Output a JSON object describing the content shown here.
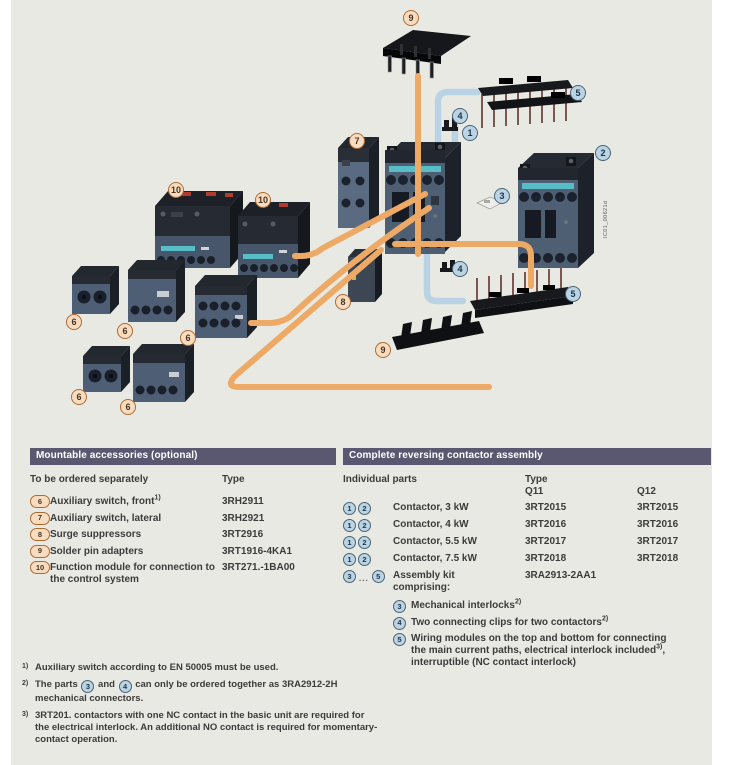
{
  "colors": {
    "background": "#e9e9e3",
    "header_bar": "#5a5771",
    "orange_marker_ring": "#b06a30",
    "orange_marker_fill": "#f7dcc0",
    "blue_marker_ring": "#4c6272",
    "blue_marker_fill": "#bad4e6",
    "orange_line": "#edaa67",
    "blue_line": "#b9d3e4",
    "teal_label": "#57bec8"
  },
  "diagram": {
    "figure_code": "IC01_00621d",
    "callouts": [
      {
        "n": "9"
      },
      {
        "n": "5"
      },
      {
        "n": "4"
      },
      {
        "n": "1"
      },
      {
        "n": "7"
      },
      {
        "n": "2"
      },
      {
        "n": "10"
      },
      {
        "n": "10"
      },
      {
        "n": "3"
      },
      {
        "n": "4"
      },
      {
        "n": "5"
      },
      {
        "n": "8"
      },
      {
        "n": "6"
      },
      {
        "n": "6"
      },
      {
        "n": "6"
      },
      {
        "n": "9"
      },
      {
        "n": "6"
      },
      {
        "n": "6"
      }
    ]
  },
  "left_table": {
    "title": "Mountable accessories (optional)",
    "col1": "To be ordered separately",
    "col2": "Type",
    "rows": [
      {
        "marker": "6",
        "label": "Auxiliary switch, front",
        "sup": "1)",
        "type": "3RH2911"
      },
      {
        "marker": "7",
        "label": "Auxiliary switch, lateral",
        "sup": "",
        "type": "3RH2921"
      },
      {
        "marker": "8",
        "label": "Surge suppressors",
        "sup": "",
        "type": "3RT2916"
      },
      {
        "marker": "9",
        "label": "Solder pin adapters",
        "sup": "",
        "type": "3RT1916-4KA1"
      },
      {
        "marker": "10",
        "label": "Function module for connection to the control system",
        "sup": "",
        "type": "3RT271.-1BA00"
      }
    ]
  },
  "right_table": {
    "title": "Complete reversing contactor assembly",
    "col1": "Individual parts",
    "col2": "Type",
    "col2_sub": "Q11",
    "col3": "Q12",
    "rows": [
      {
        "m1": "1",
        "m2": "2",
        "label": "Contactor, 3 kW",
        "q11": "3RT2015",
        "q12": "3RT2015"
      },
      {
        "m1": "1",
        "m2": "2",
        "label": "Contactor, 4 kW",
        "q11": "3RT2016",
        "q12": "3RT2016"
      },
      {
        "m1": "1",
        "m2": "2",
        "label": "Contactor, 5.5 kW",
        "q11": "3RT2017",
        "q12": "3RT2017"
      },
      {
        "m1": "1",
        "m2": "2",
        "label": "Contactor, 7.5 kW",
        "q11": "3RT2018",
        "q12": "3RT2018"
      }
    ],
    "assembly_row": {
      "m1": "3",
      "dots": "...",
      "m2": "5",
      "label": "Assembly kit comprising:",
      "q11": "3RA2913-2AA1"
    },
    "sub_items": [
      {
        "marker": "3",
        "text": "Mechanical interlocks",
        "sup": "2)",
        "text2": ""
      },
      {
        "marker": "4",
        "text": "Two connecting clips for two contactors",
        "sup": "2)",
        "text2": ""
      },
      {
        "marker": "5",
        "text": "Wiring modules on the top and bottom for connecting the main current paths, electrical interlock included",
        "sup": "3)",
        "text2": ", interruptible (NC contact interlock)"
      }
    ]
  },
  "footnotes": {
    "fn1": {
      "sup": "1)",
      "text": "Auxiliary switch according to EN 50005 must be used."
    },
    "fn2": {
      "sup": "2)",
      "t1": "The parts",
      "c1": "3",
      "t2": "and",
      "c2": "4",
      "t3": "can only be ordered together as 3RA2912-2H mechanical connectors."
    },
    "fn3": {
      "sup": "3)",
      "text": "3RT201. contactors with one NC contact in the basic unit are required for the electrical interlock. An additional NO contact is required for momentary-contact operation."
    }
  }
}
